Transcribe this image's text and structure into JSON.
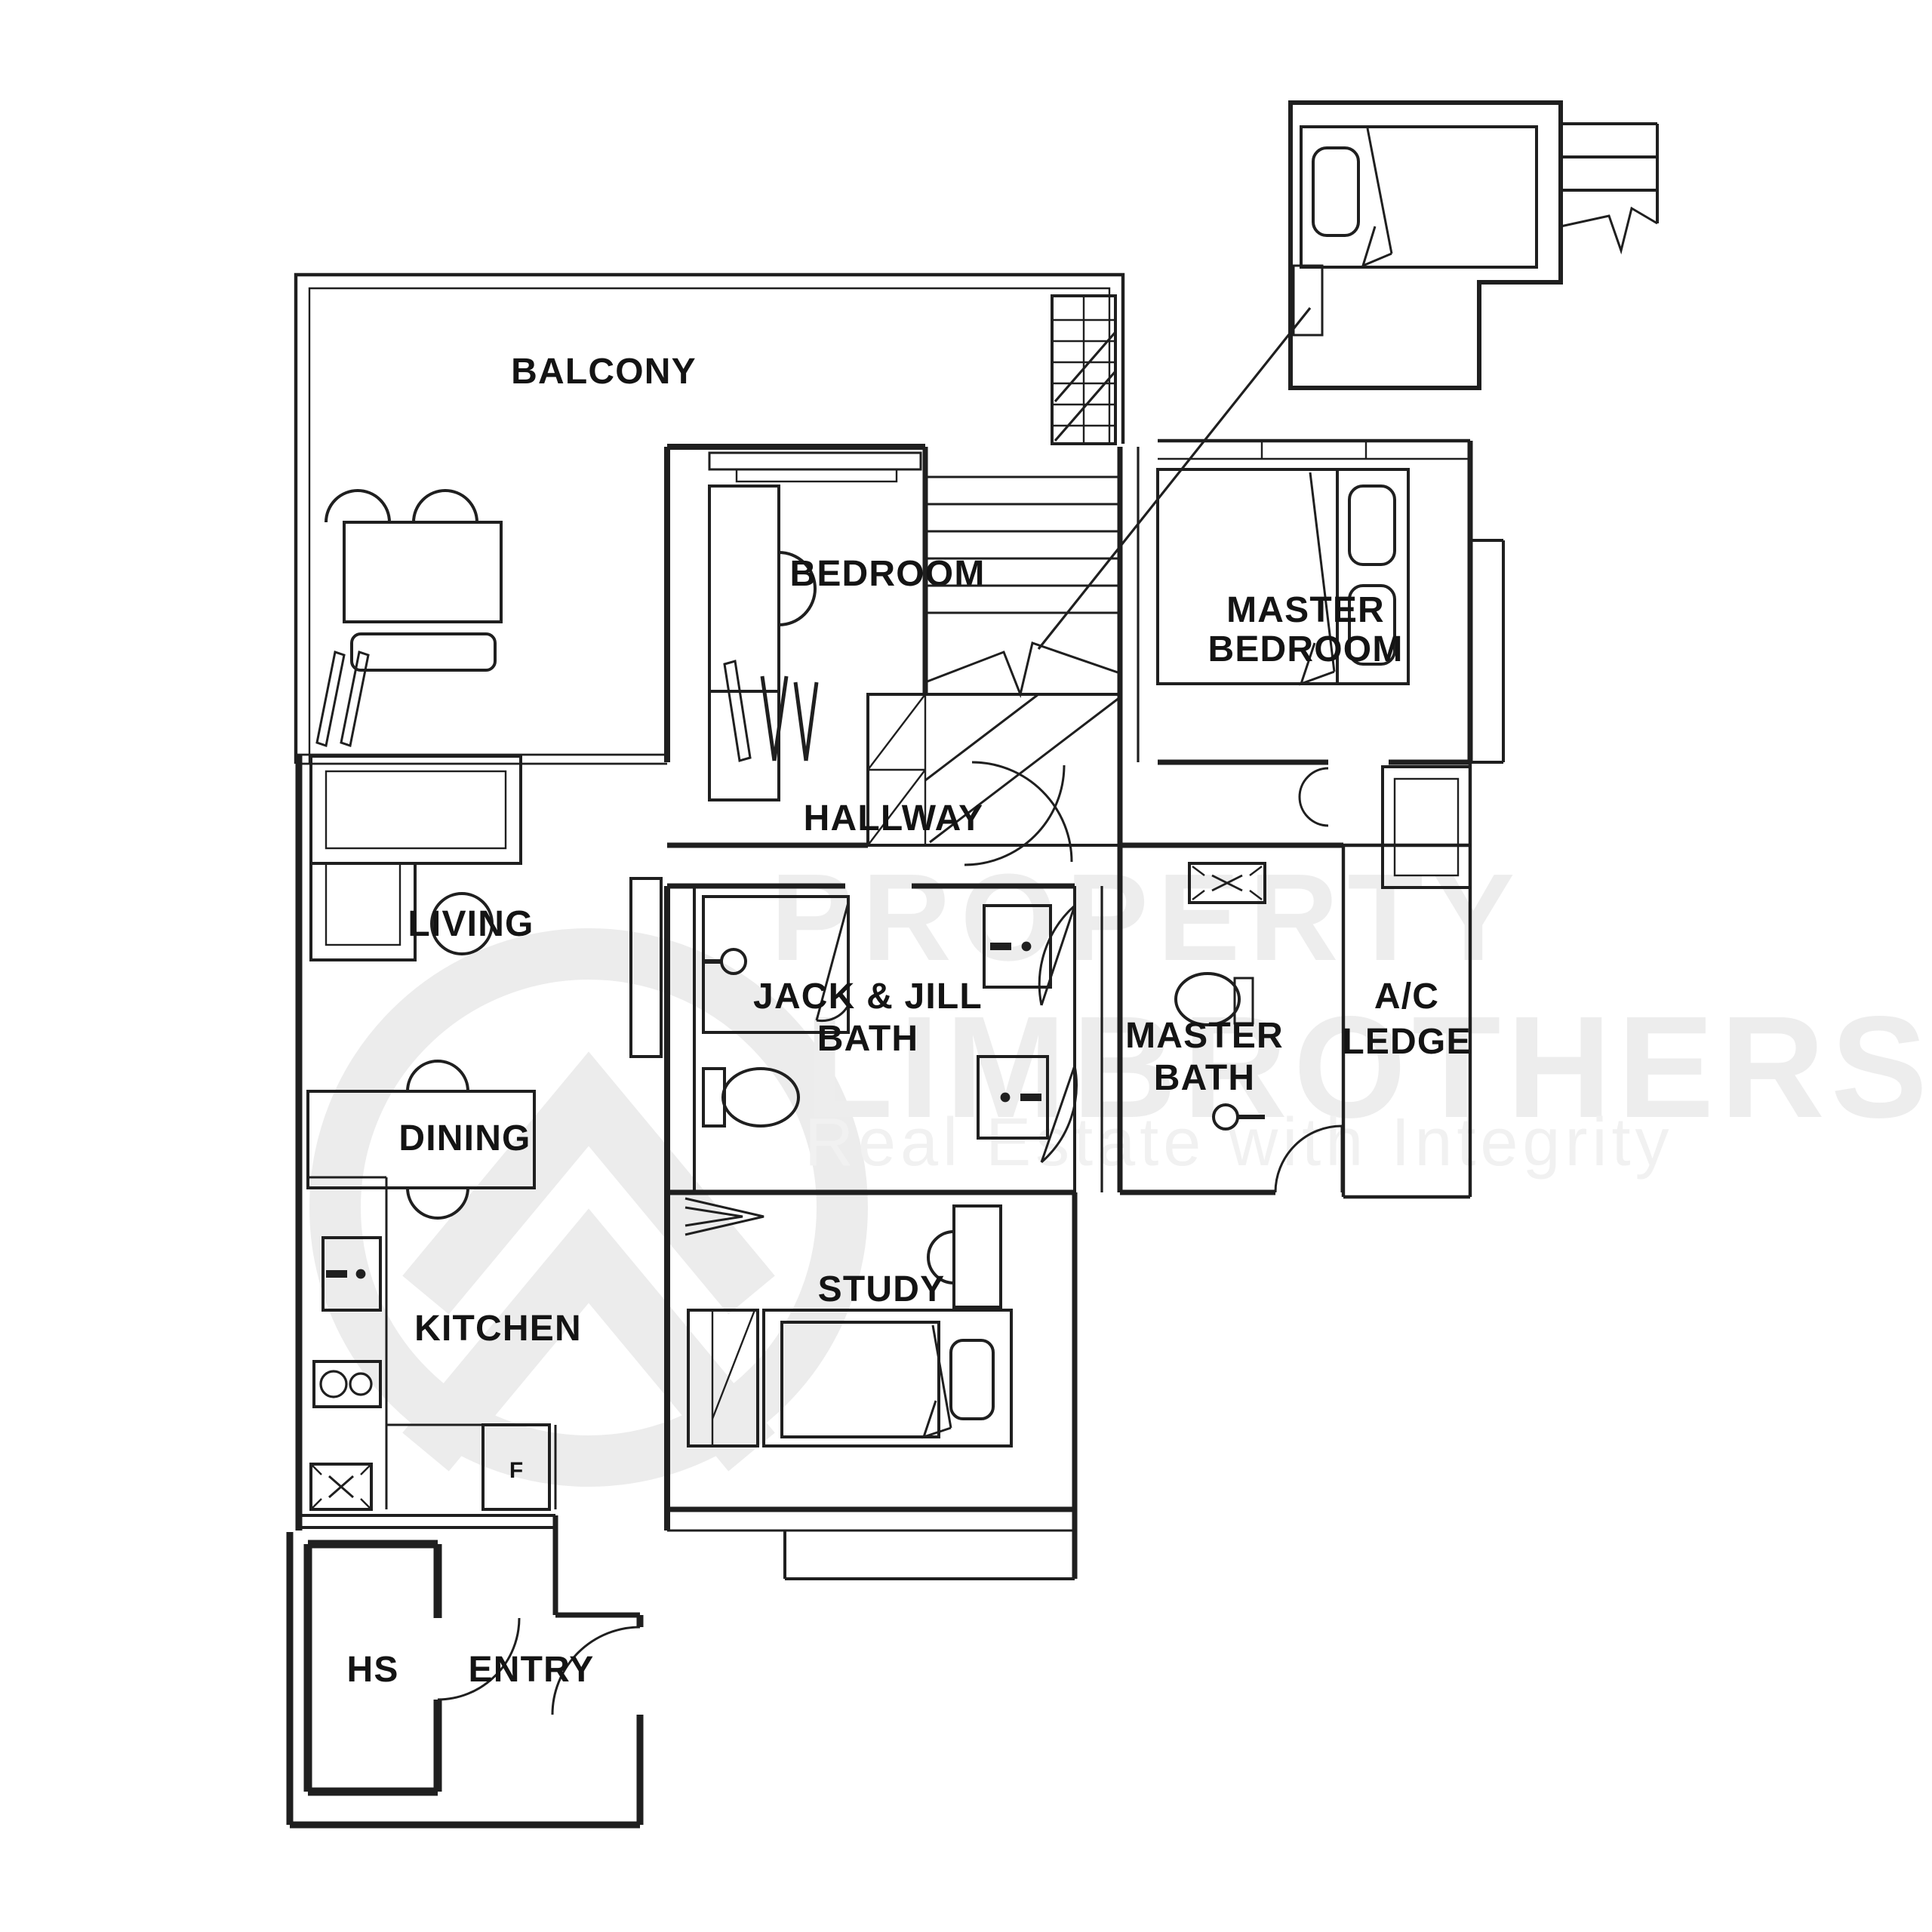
{
  "meta": {
    "background_color": "#ffffff",
    "line_color": "#1f1f1f",
    "label_color": "#141414",
    "watermark_color": "#ededed"
  },
  "watermark": {
    "line1": "PROPERTY",
    "line2": "LIMBROTHERS",
    "tagline": "Real Estate with Integrity"
  },
  "rooms": {
    "balcony": {
      "label": "BALCONY"
    },
    "bedroom": {
      "label": "BEDROOM"
    },
    "master_bedroom": {
      "label_line1": "MASTER",
      "label_line2": "BEDROOM"
    },
    "hallway": {
      "label": "HALLWAY"
    },
    "living": {
      "label": "LIVING"
    },
    "jack_jill_bath": {
      "label_line1": "JACK & JILL",
      "label_line2": "BATH"
    },
    "master_bath": {
      "label_line1": "MASTER",
      "label_line2": "BATH"
    },
    "ac_ledge": {
      "label_line1": "A/C",
      "label_line2": "LEDGE"
    },
    "dining": {
      "label": "DINING"
    },
    "kitchen": {
      "label": "KITCHEN"
    },
    "study": {
      "label": "STUDY"
    },
    "household_shelter": {
      "label": "HS"
    },
    "entry": {
      "label": "ENTRY"
    }
  },
  "appliances": {
    "fridge_label": "F"
  }
}
